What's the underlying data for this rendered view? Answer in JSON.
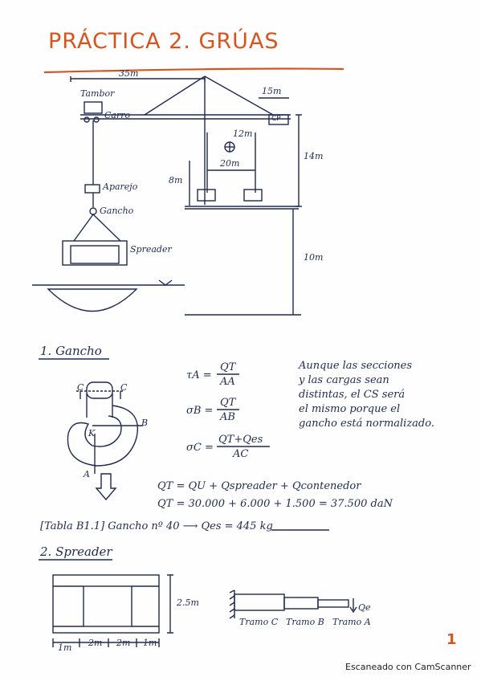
{
  "title": "PRÁCTICA 2. GRÚAS",
  "crane": {
    "dim_span": "35m",
    "dim_counter": "15m",
    "label_tambor": "Tambor",
    "label_carro": "Carro",
    "label_cp": "CP",
    "dim_radius": "12m",
    "dim_track": "20m",
    "dim_height_upper": "14m",
    "dim_8m": "8m",
    "label_aparejo": "Aparejo",
    "label_gancho": "Gancho",
    "label_spreader": "Spreader",
    "dim_height_lower": "10m"
  },
  "section1": {
    "heading": "1. Gancho",
    "formula_a_lhs": "τA =",
    "formula_a_num": "QT",
    "formula_a_den": "AA",
    "formula_b_lhs": "σB =",
    "formula_b_num": "QT",
    "formula_b_den": "AB",
    "formula_c_lhs": "σC =",
    "formula_c_num": "QT+Qes",
    "formula_c_den": "AC",
    "note_line1": "Aunque las secciones",
    "note_line2": "y las cargas sean",
    "note_line3": "distintas, el CS será",
    "note_line4": "el mismo porque el",
    "note_line5": "gancho está normalizado.",
    "qt_line1": "QT = QU + Qspreader + Qcontenedor",
    "qt_line2": "QT = 30.000 + 6.000 + 1.500 = 37.500 daN",
    "table_line": "[Tabla B1.1]  Gancho nº 40  ⟶  Qes = 445 kg",
    "hook_labels": {
      "c_left": "C",
      "c_right": "C",
      "b_label": "B",
      "a_label": "A",
      "k_label": "K"
    }
  },
  "section2": {
    "heading": "2. Spreader",
    "dim_height": "2.5m",
    "dim_1": "1m",
    "dim_2": "2m",
    "dim_3": "2m",
    "dim_4": "1m",
    "label_qe": "Qe",
    "tramo_c": "Tramo C",
    "tramo_b": "Tramo B",
    "tramo_a": "Tramo A"
  },
  "page_number": "1",
  "footer": "Escaneado con CamScanner"
}
